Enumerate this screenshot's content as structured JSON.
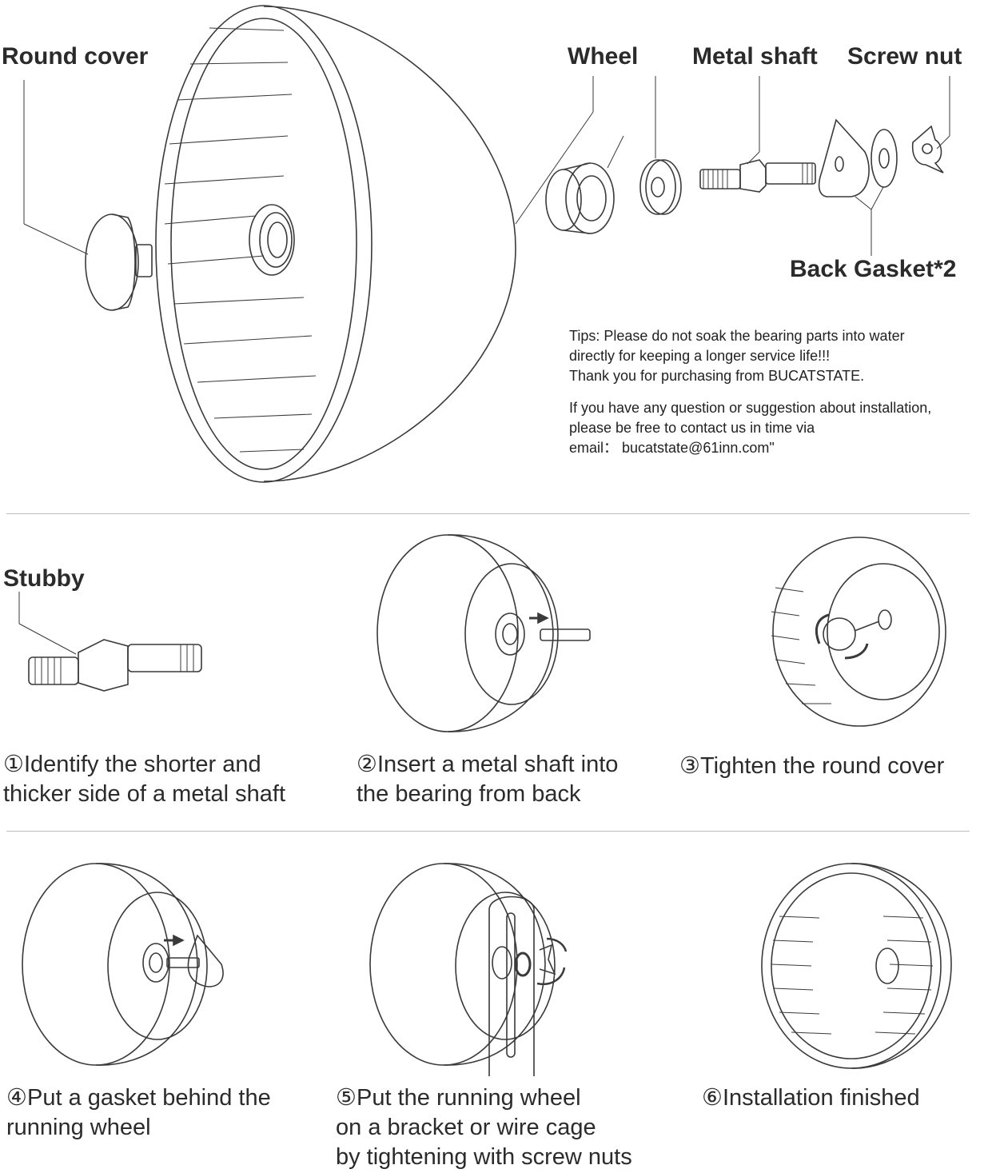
{
  "labels": {
    "round_cover": "Round cover",
    "wheel": "Wheel",
    "metal_shaft": "Metal shaft",
    "screw_nut": "Screw nut",
    "back_gasket": "Back Gasket*2",
    "stubby": "Stubby"
  },
  "tips": {
    "line1": "Tips: Please do not soak the bearing parts into water",
    "line2": "directly for keeping a longer service life!!!",
    "line3": "Thank you for purchasing from BUCATSTATE.",
    "line4": "If you have any question or suggestion about installation,",
    "line5": "please be free to contact us in time via",
    "line6": "email： bucatstate@61inn.com\""
  },
  "steps": [
    {
      "lines": [
        "①Identify the shorter and",
        "thicker side of a metal shaft"
      ]
    },
    {
      "lines": [
        "②Insert a metal shaft into",
        "the bearing from back"
      ]
    },
    {
      "lines": [
        "③Tighten the round cover"
      ]
    },
    {
      "lines": [
        "④Put a gasket behind the",
        "running wheel"
      ]
    },
    {
      "lines": [
        "⑤Put the running wheel",
        "on a bracket or wire cage",
        "by tightening with screw nuts"
      ]
    },
    {
      "lines": [
        "⑥Installation finished"
      ]
    }
  ],
  "colors": {
    "line_art": "#3a3a3a",
    "divider": "#bdbdbd",
    "text": "#2b2b2b"
  }
}
